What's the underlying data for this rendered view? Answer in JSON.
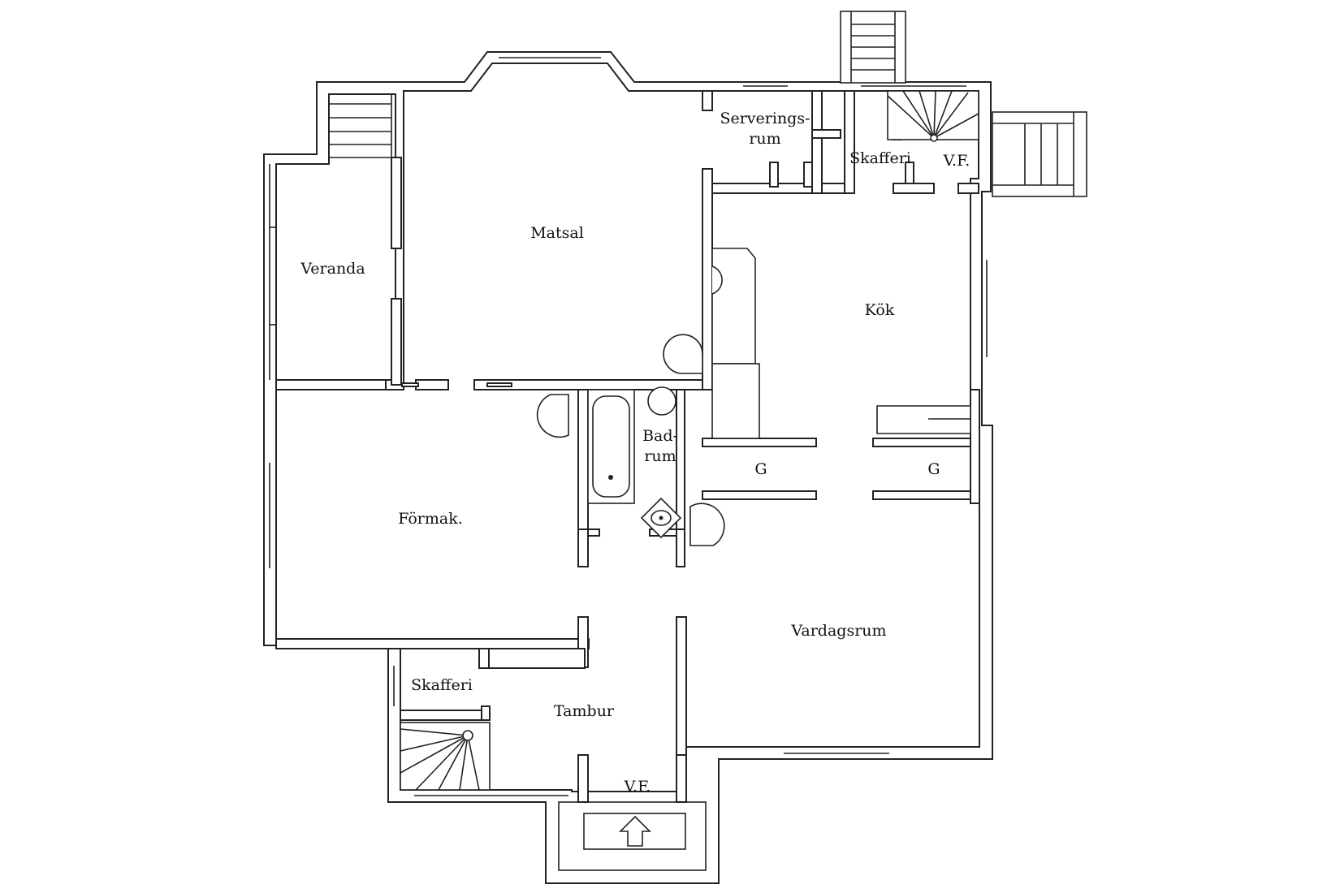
{
  "floor_plan": {
    "rooms": {
      "veranda": "Veranda",
      "matsal": "Matsal",
      "serveringsrum_line1": "Serverings-",
      "serveringsrum_line2": "rum",
      "skafferi_upper": "Skafferi",
      "vf_upper": "V.F.",
      "kok": "Kök",
      "badrum_line1": "Bad-",
      "badrum_line2": "rum",
      "g_left": "G",
      "g_right": "G",
      "formak": "Förmak.",
      "vardagsrum": "Vardagsrum",
      "skafferi_lower": "Skafferi",
      "tambur": "Tambur",
      "vf_lower": "V.F."
    },
    "entrance_icon": "arrow-up-icon",
    "colors": {
      "line": "#222222",
      "background": "#ffffff"
    }
  }
}
